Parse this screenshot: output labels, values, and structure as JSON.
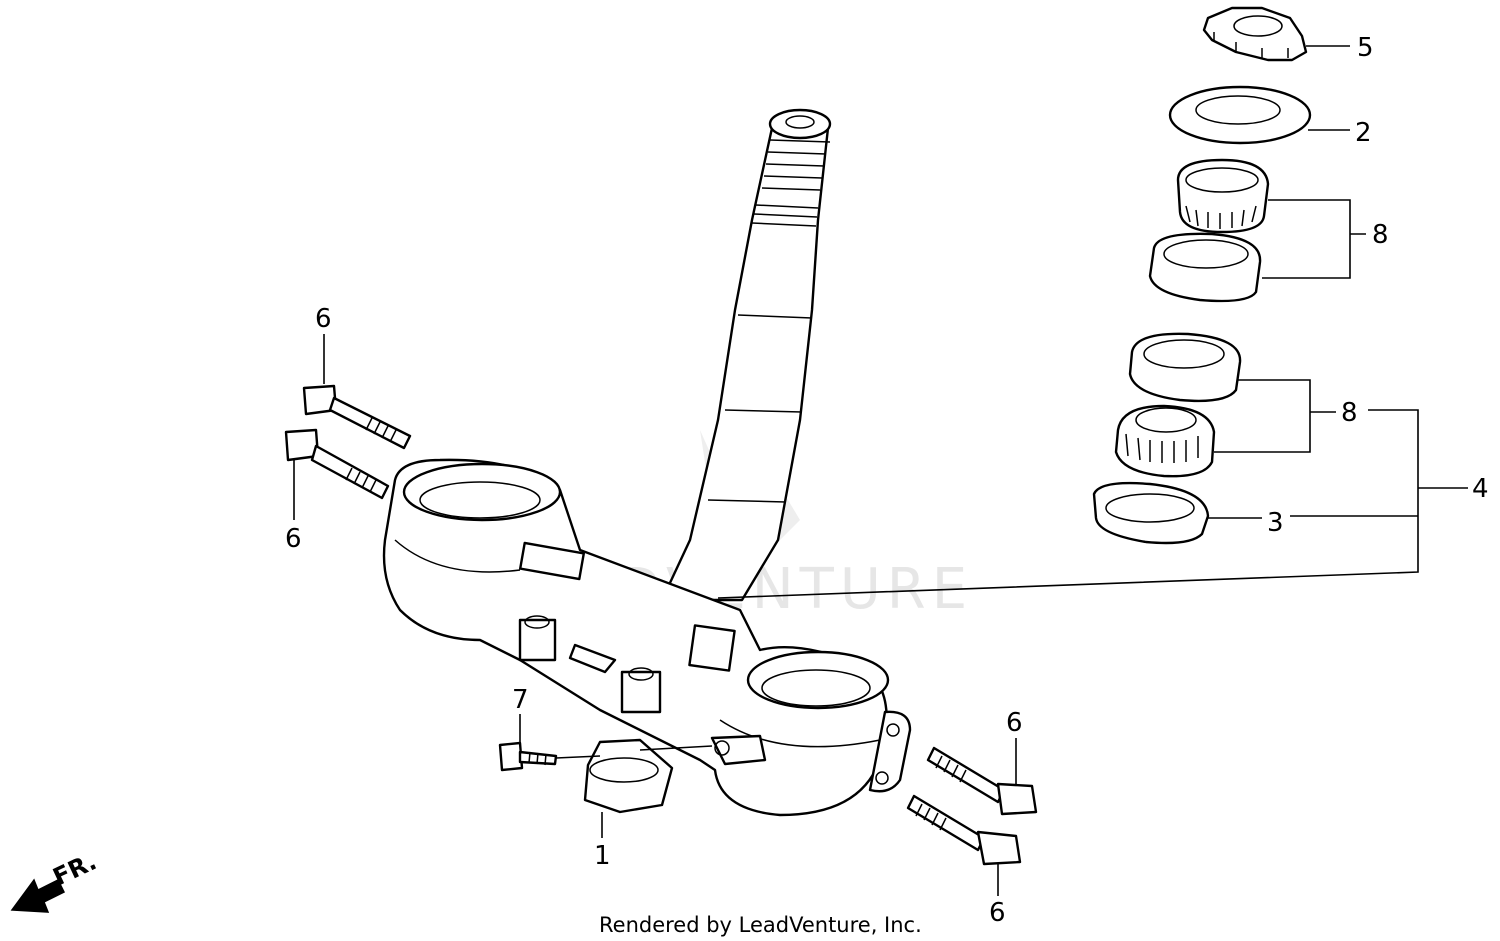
{
  "callouts": {
    "c5": "5",
    "c2": "2",
    "c8_upper": "8",
    "c8_lower": "8",
    "c4": "4",
    "c3": "3",
    "c6_top_a": "6",
    "c6_top_b": "6",
    "c6_right_a": "6",
    "c6_right_b": "6",
    "c7": "7",
    "c1": "1"
  },
  "direction_marker": "FR.",
  "credit": "Rendered by LeadVenture, Inc.",
  "watermark": "LEADVENTURE"
}
